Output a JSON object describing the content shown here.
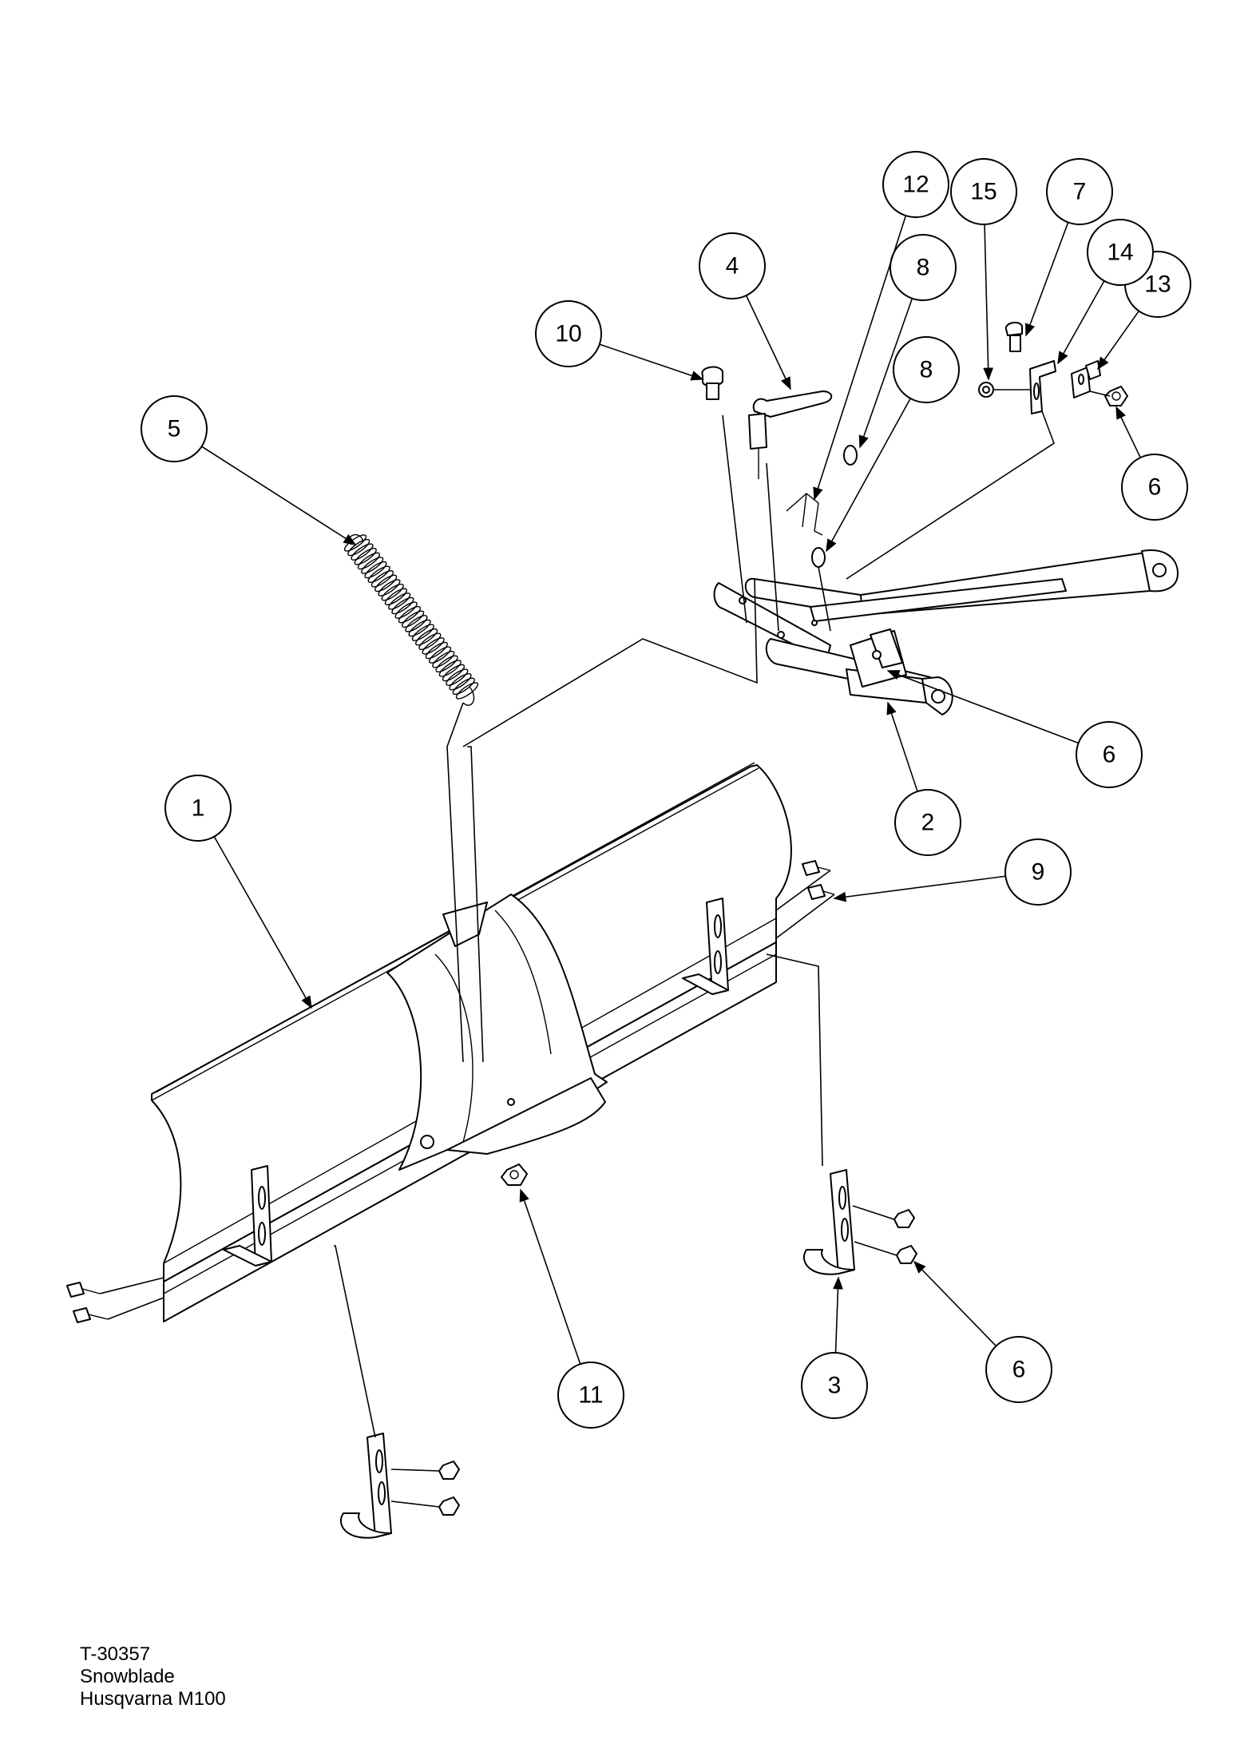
{
  "caption": {
    "code": "T-30357",
    "name": "Snowblade",
    "model": "Husqvarna M100"
  },
  "callouts": [
    {
      "label": "1"
    },
    {
      "label": "2"
    },
    {
      "label": "3"
    },
    {
      "label": "4"
    },
    {
      "label": "5"
    },
    {
      "label": "6"
    },
    {
      "label": "6"
    },
    {
      "label": "6"
    },
    {
      "label": "7"
    },
    {
      "label": "8"
    },
    {
      "label": "8"
    },
    {
      "label": "9"
    },
    {
      "label": "10"
    },
    {
      "label": "11"
    },
    {
      "label": "12"
    },
    {
      "label": "13"
    },
    {
      "label": "14"
    },
    {
      "label": "15"
    }
  ]
}
